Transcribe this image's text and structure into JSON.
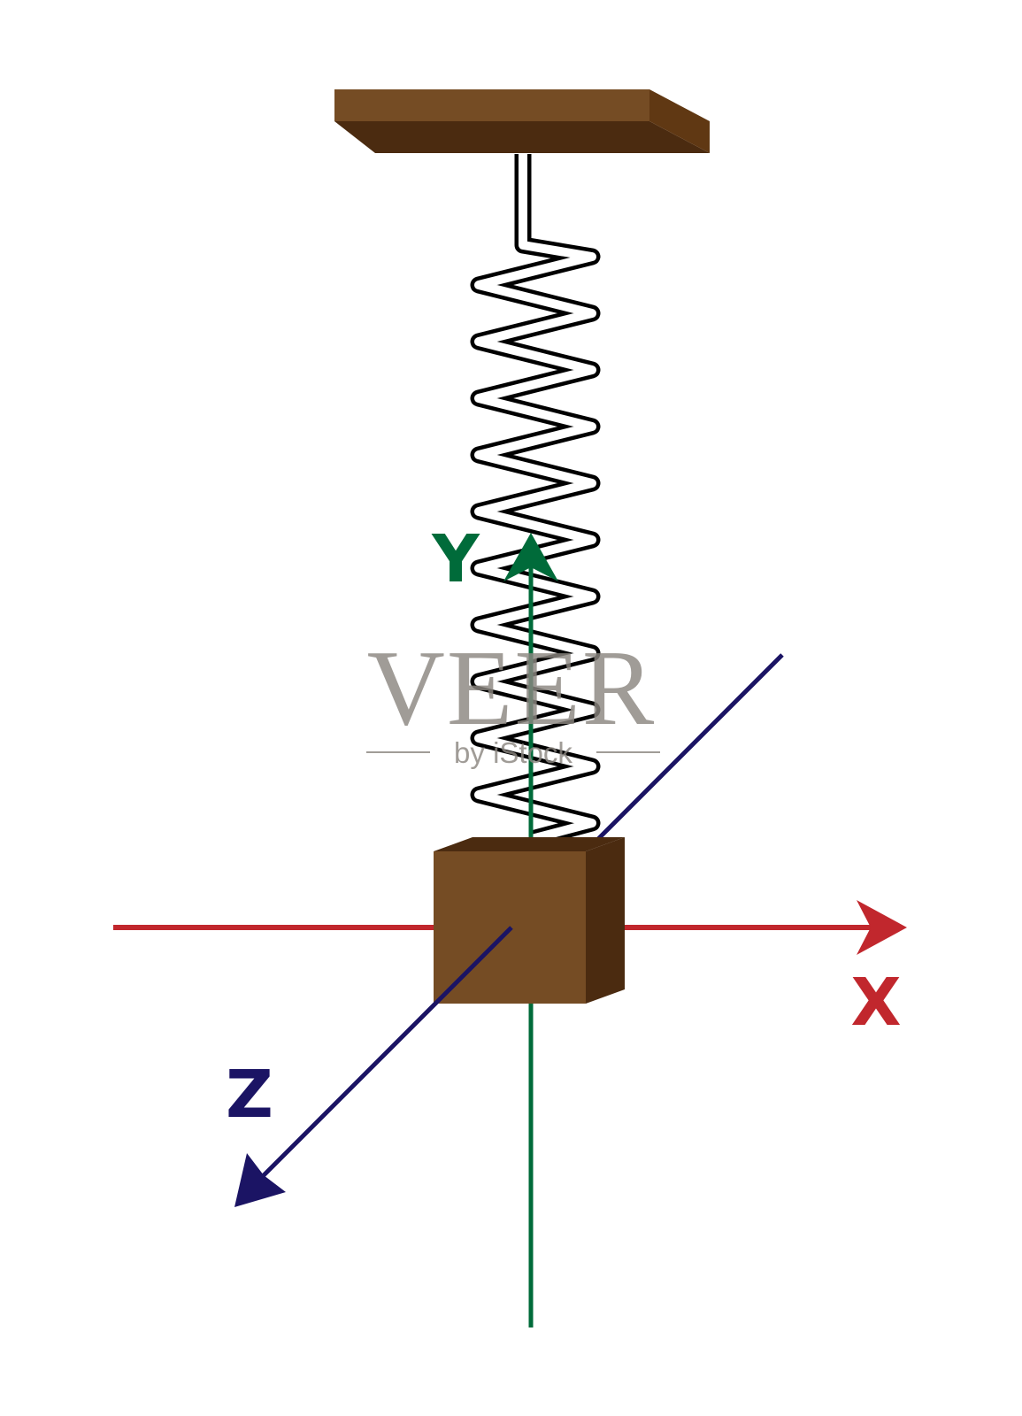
{
  "axes": {
    "x": {
      "label": "X",
      "color": "#c1272d"
    },
    "y": {
      "label": "Y",
      "color": "#006b3a"
    },
    "z": {
      "label": "Z",
      "color": "#1b1464"
    }
  },
  "colors": {
    "wood_light": "#754c24",
    "wood_dark": "#4b2b10",
    "wood_mid": "#603813",
    "spring_outline": "#000000",
    "spring_fill": "#ffffff"
  },
  "watermark": {
    "brand": "VEER",
    "byline": "by iStock",
    "color": "#8c8781"
  }
}
